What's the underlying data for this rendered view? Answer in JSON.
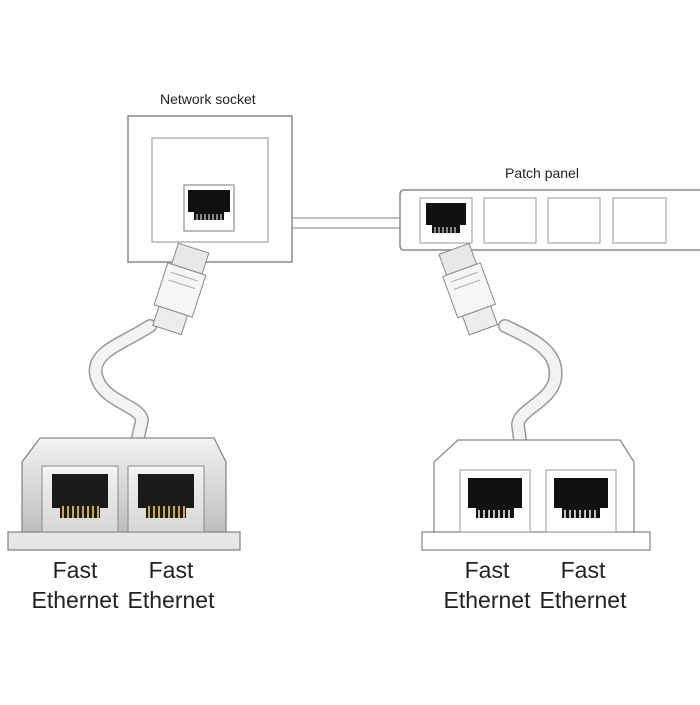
{
  "labels": {
    "network_socket": "Network socket",
    "patch_panel": "Patch panel"
  },
  "left_splitter": {
    "ports": [
      {
        "line1": "Fast",
        "line2": "Ethernet"
      },
      {
        "line1": "Fast",
        "line2": "Ethernet"
      }
    ]
  },
  "right_splitter": {
    "ports": [
      {
        "line1": "Fast",
        "line2": "Ethernet"
      },
      {
        "line1": "Fast",
        "line2": "Ethernet"
      }
    ]
  },
  "colors": {
    "outline": "#9a9a9a",
    "jack_black": "#111111",
    "contacts_gold": "#c9a23a",
    "metal_grey": "#cfcfcf"
  }
}
